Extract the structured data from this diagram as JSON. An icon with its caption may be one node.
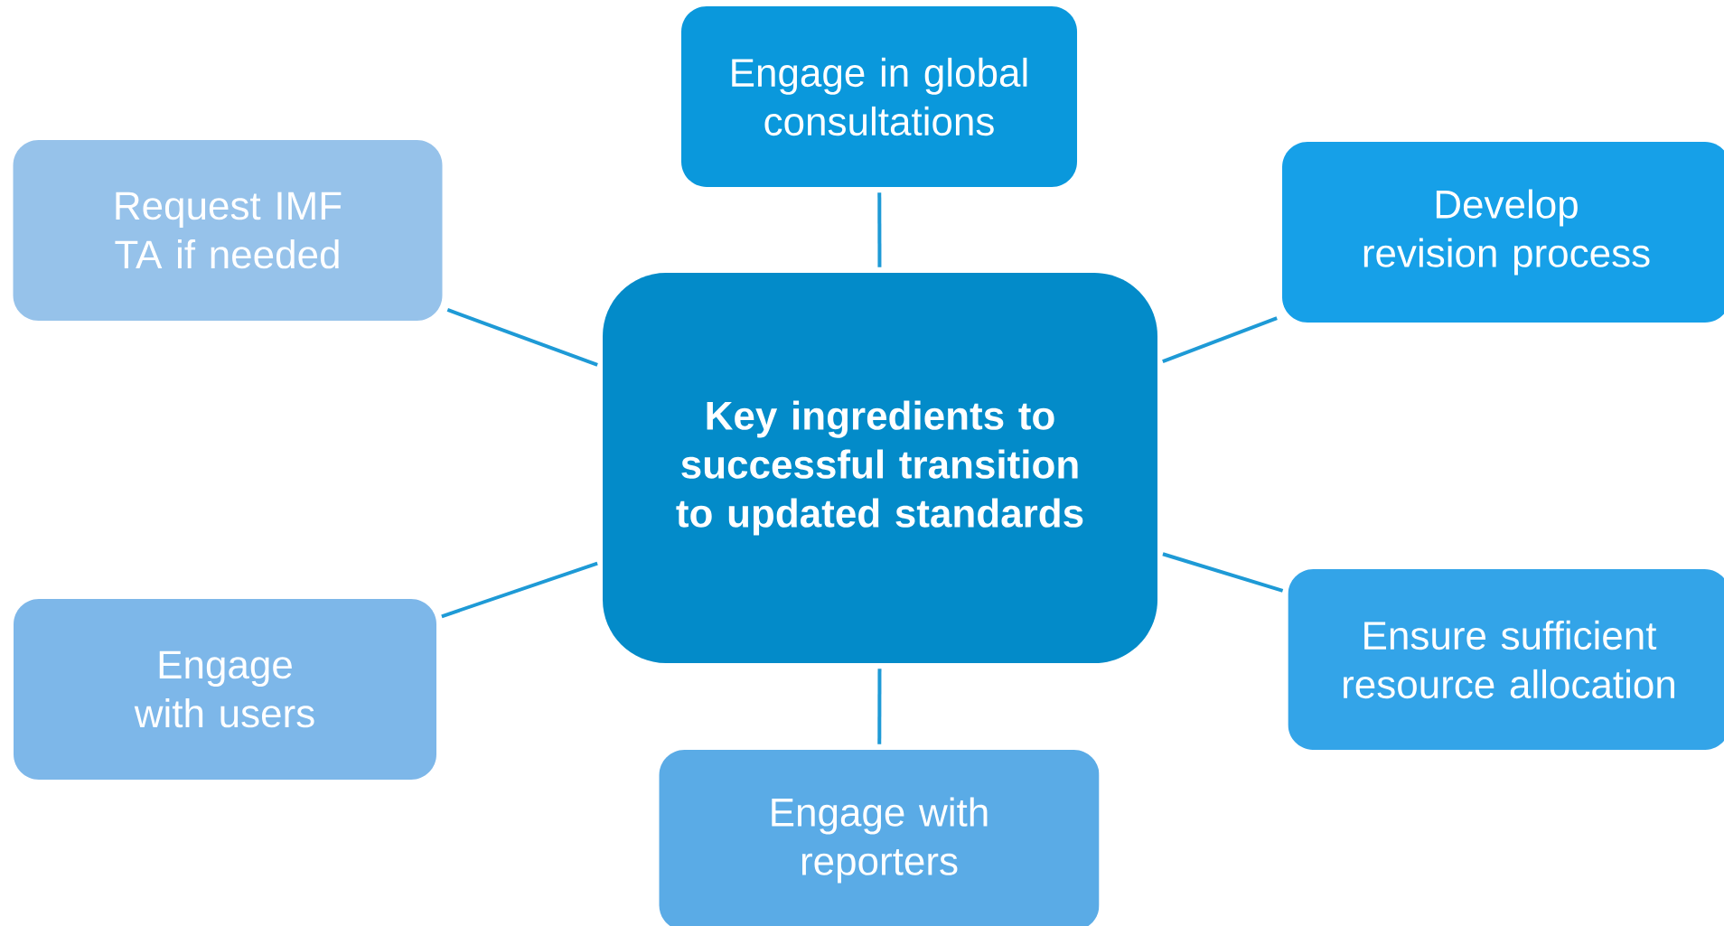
{
  "diagram": {
    "nodes": [
      {
        "text": [
          "Engage in global consultations"
        ]
      },
      {
        "text": [
          "Request IMF TA if needed"
        ]
      },
      {
        "text": [
          "Develop revision process"
        ]
      },
      {
        "text": [
          "Key ingredients to successful transition to updated standards"
        ]
      },
      {
        "text": [
          "Engage with users"
        ]
      },
      {
        "text": [
          "Ensure sufficient resource allocation"
        ]
      },
      {
        "text": [
          "Engage with reporters"
        ]
      }
    ],
    "edges": [
      {
        "from": 3,
        "to": 0,
        "arrow": "none"
      },
      {
        "from": 3,
        "to": 1,
        "arrow": "none"
      },
      {
        "from": 3,
        "to": 2,
        "arrow": "none"
      },
      {
        "from": 3,
        "to": 4,
        "arrow": "none"
      },
      {
        "from": 3,
        "to": 5,
        "arrow": "none"
      },
      {
        "from": 3,
        "to": 6,
        "arrow": "none"
      }
    ]
  }
}
